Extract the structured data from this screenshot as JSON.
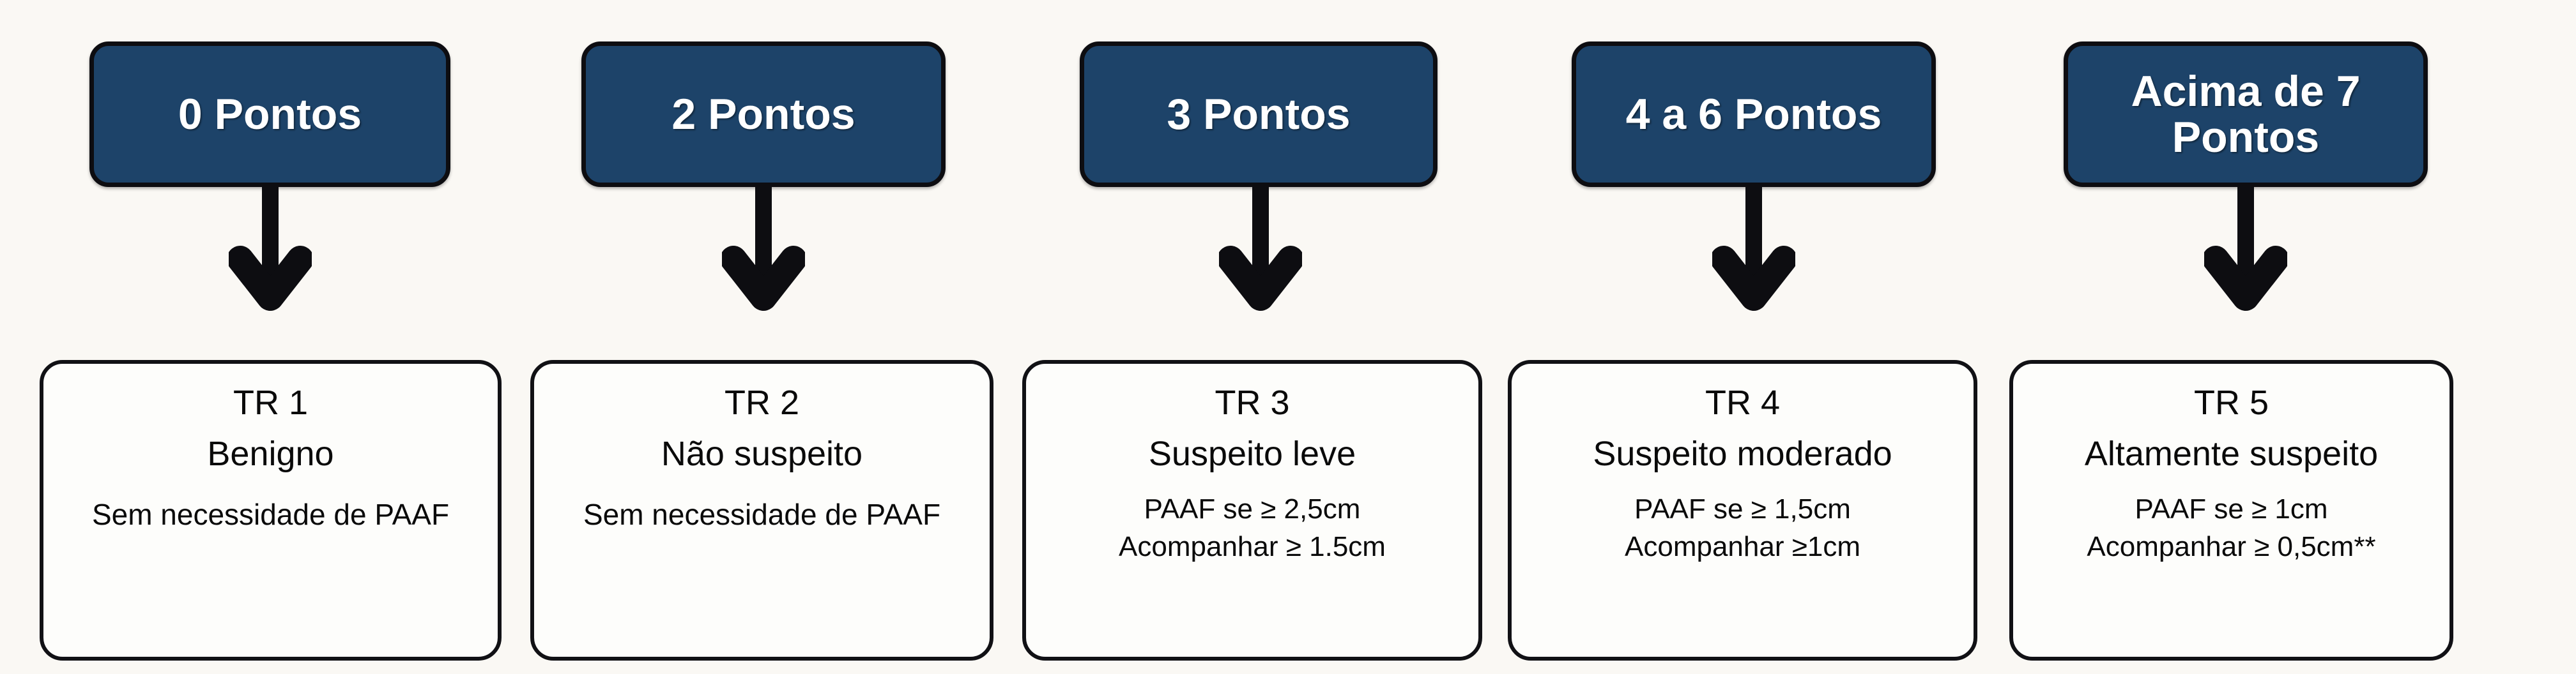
{
  "canvas": {
    "background": "#faf8f4",
    "accent_blue": "#1d4369",
    "outline_black": "#0d0d11",
    "box_white": "#fdfdfb"
  },
  "columns": [
    {
      "score": {
        "label": "0 Pontos"
      },
      "arrow": {
        "name": "down-arrow-icon"
      },
      "result": {
        "code": "TR 1",
        "name": "Benigno",
        "detail_1": "Sem necessidade de PAAF",
        "detail_2": ""
      }
    },
    {
      "score": {
        "label": "2 Pontos"
      },
      "arrow": {
        "name": "down-arrow-icon"
      },
      "result": {
        "code": "TR 2",
        "name": "Não suspeito",
        "detail_1": "Sem necessidade de PAAF",
        "detail_2": ""
      }
    },
    {
      "score": {
        "label": "3 Pontos"
      },
      "arrow": {
        "name": "down-arrow-icon"
      },
      "result": {
        "code": "TR 3",
        "name": "Suspeito leve",
        "detail_1": "PAAF se ≥ 2,5cm",
        "detail_2": "Acompanhar ≥ 1.5cm"
      }
    },
    {
      "score": {
        "label": "4 a 6 Pontos"
      },
      "arrow": {
        "name": "down-arrow-icon"
      },
      "result": {
        "code": "TR 4",
        "name": "Suspeito moderado",
        "detail_1": "PAAF se ≥ 1,5cm",
        "detail_2": "Acompanhar ≥1cm"
      }
    },
    {
      "score": {
        "label": "Acima de 7\nPontos"
      },
      "arrow": {
        "name": "down-arrow-icon"
      },
      "result": {
        "code": "TR 5",
        "name": "Altamente suspeito",
        "detail_1": "PAAF se ≥ 1cm",
        "detail_2": "Acompanhar ≥ 0,5cm**"
      }
    }
  ]
}
